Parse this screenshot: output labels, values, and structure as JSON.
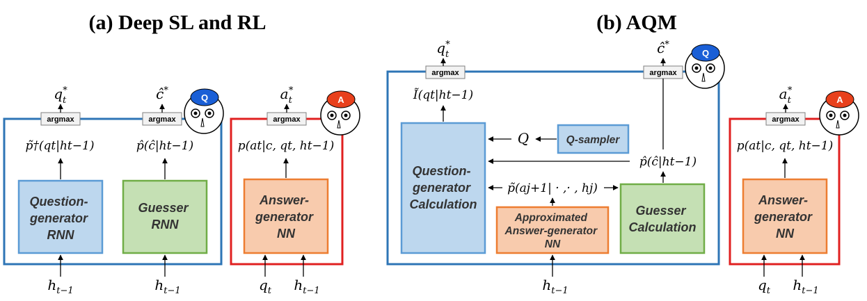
{
  "panel_a": {
    "title": "(a) Deep SL and RL",
    "question_generator": {
      "label_lines": [
        "Question-",
        "generator",
        "RNN"
      ]
    },
    "guesser": {
      "label_lines": [
        "Guesser",
        "RNN"
      ]
    },
    "answer_generator": {
      "label_lines": [
        "Answer-",
        "generator",
        "NN"
      ]
    },
    "argmax_left": "argmax",
    "argmax_mid": "argmax",
    "argmax_answer": "argmax",
    "out_question": "q*t",
    "out_guess": "ĉ*",
    "out_answer": "a*t",
    "dist_question": "p̃†(qt|ht−1)",
    "dist_guess": "p̂(ĉ|ht−1)",
    "dist_answer": "p(at|c, qt, ht−1)",
    "input_left": "ht−1",
    "input_mid": "ht−1",
    "input_answer_q": "qt",
    "input_answer_h": "ht−1",
    "badge_q": "Q",
    "badge_a": "A"
  },
  "panel_b": {
    "title": "(b) AQM",
    "question_generator": {
      "label_lines": [
        "Question-",
        "generator",
        "Calculation"
      ]
    },
    "q_sampler": "Q-sampler",
    "approx_answer": {
      "label_lines": [
        "Approximated",
        "Answer-generator",
        "NN"
      ]
    },
    "guesser": {
      "label_lines": [
        "Guesser",
        "Calculation"
      ]
    },
    "answer_generator": {
      "label_lines": [
        "Answer-",
        "generator",
        "NN"
      ]
    },
    "argmax_left": "argmax",
    "argmax_right": "argmax",
    "argmax_answer": "argmax",
    "out_question": "q*t",
    "out_guess": "ĉ*",
    "out_answer": "a*t",
    "info_gain": "Ĩ(qt|ht−1)",
    "q_symbol": "Q",
    "dist_guess": "p̂(ĉ|ht−1)",
    "dist_approx": "p̃(aj+1| · ,· , hj)",
    "dist_answer": "p(at|c, qt, ht−1)",
    "input_bottom": "ht−1",
    "input_answer_q": "qt",
    "input_answer_h": "ht−1",
    "badge_q": "Q",
    "badge_a": "A"
  },
  "colors": {
    "blue_frame": "#2e75b6",
    "red_frame": "#e02020",
    "blue_box_fill": "#bdd7ee",
    "blue_box_stroke": "#5b9bd5",
    "green_box_fill": "#c5e0b4",
    "green_box_stroke": "#70ad47",
    "orange_box_fill": "#f8cbad",
    "orange_box_stroke": "#ed7d31",
    "q_badge": "#1a5fd6",
    "a_badge": "#e8401c"
  }
}
